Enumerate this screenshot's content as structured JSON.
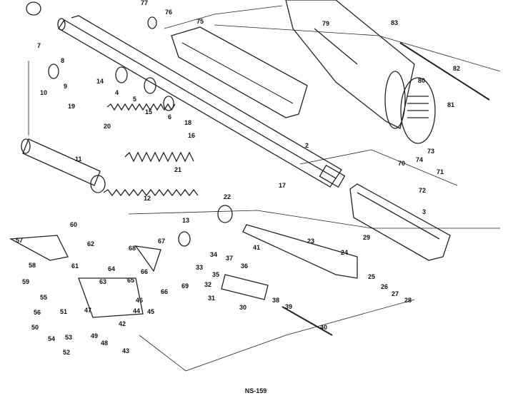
{
  "diagram": {
    "caption": "NS-159",
    "part_numbers": [
      "2",
      "3",
      "4",
      "5",
      "6",
      "7",
      "8",
      "9",
      "10",
      "11",
      "12",
      "13",
      "14",
      "15",
      "16",
      "17",
      "18",
      "19",
      "20",
      "21",
      "22",
      "23",
      "24",
      "25",
      "26",
      "27",
      "28",
      "29",
      "30",
      "31",
      "32",
      "33",
      "34",
      "35",
      "36",
      "37",
      "38",
      "39",
      "40",
      "41",
      "42",
      "43",
      "44",
      "45",
      "46",
      "47",
      "48",
      "49",
      "50",
      "51",
      "52",
      "53",
      "54",
      "55",
      "56",
      "57",
      "58",
      "59",
      "60",
      "61",
      "62",
      "63",
      "64",
      "65",
      "66",
      "67",
      "68",
      "69",
      "70",
      "71",
      "72",
      "73",
      "74",
      "75",
      "76",
      "77",
      "79",
      "80",
      "81",
      "82",
      "83"
    ]
  }
}
